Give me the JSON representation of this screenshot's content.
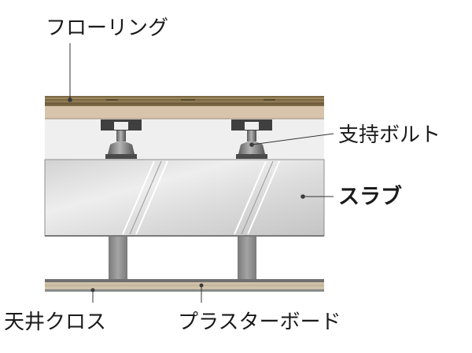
{
  "labels": {
    "flooring": "フローリング",
    "support_bolt": "支持ボルト",
    "slab": "スラブ",
    "ceiling_cloth": "天井クロス",
    "plasterboard": "プラスターボード"
  },
  "colors": {
    "flooring": "#7d6a45",
    "flooring_grain": "#b8a57c",
    "underlayment": "#d8c4ad",
    "cavity": "#efefef",
    "bolt_dark": "#4a4a4a",
    "bolt_mid": "#8e8e8e",
    "bolt_light": "#c8c8c8",
    "slab_light": "#e6e6e6",
    "slab_mid": "#c9c9c9",
    "slab_edge": "#8f8f8f",
    "support_column": "#8f8f8f",
    "ceiling_board": "#d0c2a8",
    "text": "#1a1a1a"
  }
}
